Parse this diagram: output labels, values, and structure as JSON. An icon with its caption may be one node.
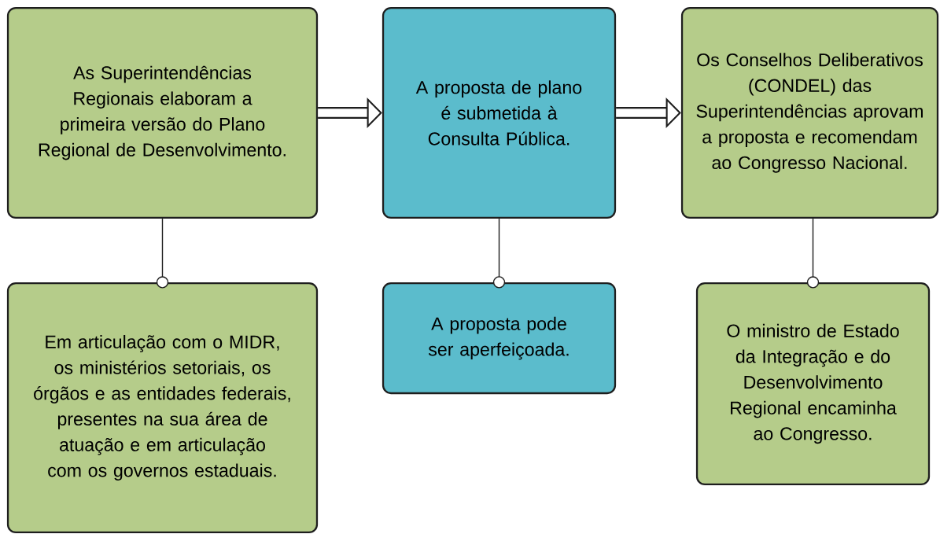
{
  "diagram": {
    "nodes": [
      {
        "text": [
          "As Superintendências Regionais elaboram a primeira versão do Plano Regional de Desenvolvimento."
        ]
      },
      {
        "text": [
          "A proposta de plano é submetida à Consulta Pública."
        ]
      },
      {
        "text": [
          "Os Conselhos Deliberativos (CONDEL) das Superintendências aprovam a proposta e recomendam ao Congresso Nacional."
        ]
      },
      {
        "text": [
          "Em articulação com o MIDR, os ministérios setoriais, os órgãos e as entidades federais, presentes na sua área de atuação e em articulação com os governos estaduais."
        ]
      },
      {
        "text": [
          "A proposta pode ser aperfeiçoada."
        ]
      },
      {
        "text": [
          "O ministro de Estado da Integração e do Desenvolvimento Regional encaminha ao Congresso."
        ]
      }
    ],
    "edges": [
      {
        "from": 0,
        "to": 1,
        "arrow": "to",
        "style": "thick"
      },
      {
        "from": 1,
        "to": 2,
        "arrow": "to",
        "style": "thick"
      },
      {
        "from": 0,
        "to": 3,
        "arrow": "other"
      },
      {
        "from": 1,
        "to": 4,
        "arrow": "other"
      },
      {
        "from": 2,
        "to": 5,
        "arrow": "other"
      }
    ]
  }
}
